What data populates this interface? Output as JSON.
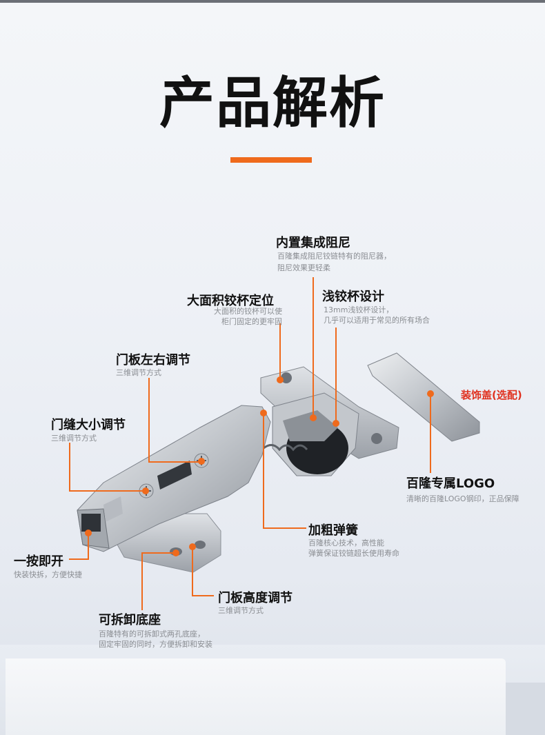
{
  "title": "产品解析",
  "accent_color": "#ef6a1c",
  "callouts": {
    "damper": {
      "title": "内置集成阻尼",
      "lines": [
        "百隆集成阻尼铰链特有的阻尼器，",
        "阻尼效果更轻柔"
      ]
    },
    "cup_area": {
      "title": "大面积铰杯定位",
      "lines": [
        "大面积的铰杯可以使",
        "柜门固定的更牢固"
      ]
    },
    "shallow_cup": {
      "title": "浅铰杯设计",
      "lines": [
        "13mm浅铰杯设计，",
        "几乎可以适用于常见的所有场合"
      ]
    },
    "lr_adjust": {
      "title": "门板左右调节",
      "lines": [
        "三维调节方式"
      ]
    },
    "gap_adjust": {
      "title": "门缝大小调节",
      "lines": [
        "三维调节方式"
      ]
    },
    "cover": {
      "title": "装饰盖(选配)"
    },
    "logo": {
      "title": "百隆专属LOGO",
      "lines": [
        "清晰的百隆LOGO钢印，正品保障"
      ]
    },
    "spring": {
      "title": "加粗弹簧",
      "lines": [
        "百隆核心技术，高性能",
        "弹簧保证铰链超长使用寿命"
      ]
    },
    "quick_open": {
      "title": "一按即开",
      "lines": [
        "快装快拆，方便快捷"
      ]
    },
    "height_adjust": {
      "title": "门板高度调节",
      "lines": [
        "三维调节方式"
      ]
    },
    "base": {
      "title": "可拆卸底座",
      "lines": [
        "百隆特有的可拆卸式两孔底座，",
        "固定牢固的同时，方便拆卸和安装"
      ]
    }
  }
}
